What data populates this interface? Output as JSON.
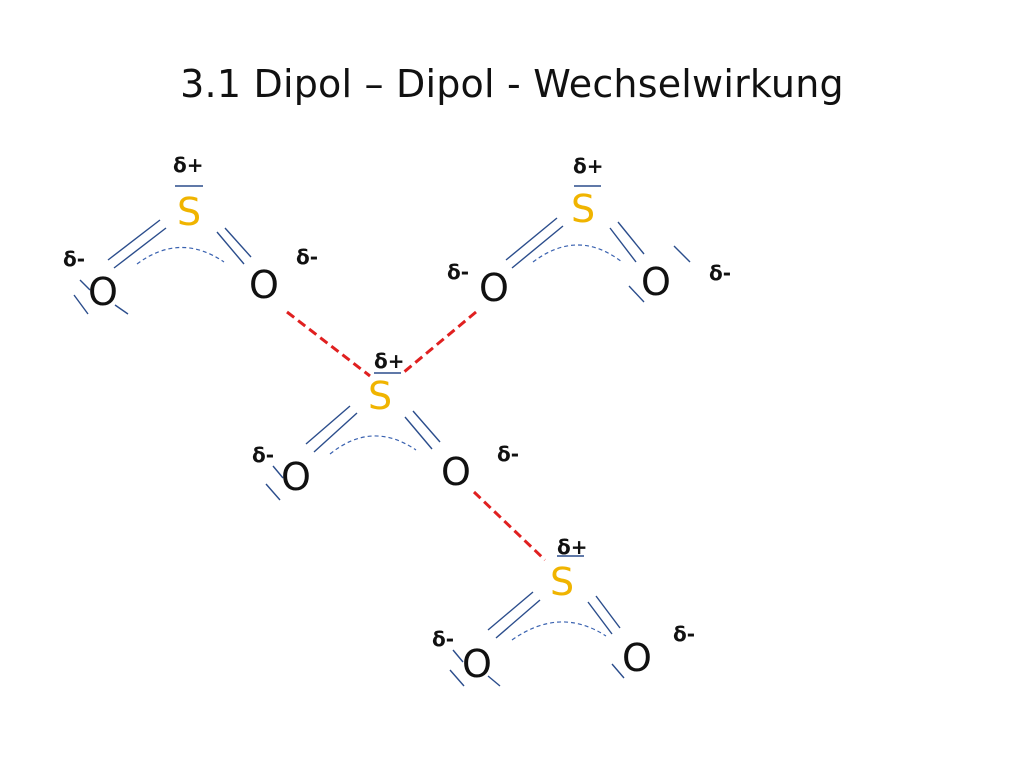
{
  "title": "3.1 Dipol – Dipol - Wechselwirkung",
  "atoms": {
    "sulfur": "S",
    "oxygen": "O"
  },
  "charges": {
    "partial_positive": "δ+",
    "partial_negative": "δ-"
  },
  "colors": {
    "sulfur": "#f0b400",
    "oxygen": "#111111",
    "bond": "#2b4d8c",
    "interaction": "#e02020"
  },
  "molecules": [
    {
      "formula": "SO2",
      "s": "S",
      "o_left": "O",
      "o_right": "O",
      "s_charge": "δ+",
      "o_left_charge": "δ-",
      "o_right_charge": "δ-"
    },
    {
      "formula": "SO2",
      "s": "S",
      "o_left": "O",
      "o_right": "O",
      "s_charge": "δ+",
      "o_left_charge": "δ-",
      "o_right_charge": "δ-"
    },
    {
      "formula": "SO2",
      "s": "S",
      "o_left": "O",
      "o_right": "O",
      "s_charge": "δ+",
      "o_left_charge": "δ-",
      "o_right_charge": "δ-"
    },
    {
      "formula": "SO2",
      "s": "S",
      "o_left": "O",
      "o_right": "O",
      "s_charge": "δ+",
      "o_left_charge": "δ-",
      "o_right_charge": "δ-"
    }
  ],
  "interactions": [
    {
      "from": "molecule-1 O right",
      "to": "molecule-3 S"
    },
    {
      "from": "molecule-2 O left",
      "to": "molecule-3 S"
    },
    {
      "from": "molecule-3 O right",
      "to": "molecule-4 S"
    }
  ]
}
